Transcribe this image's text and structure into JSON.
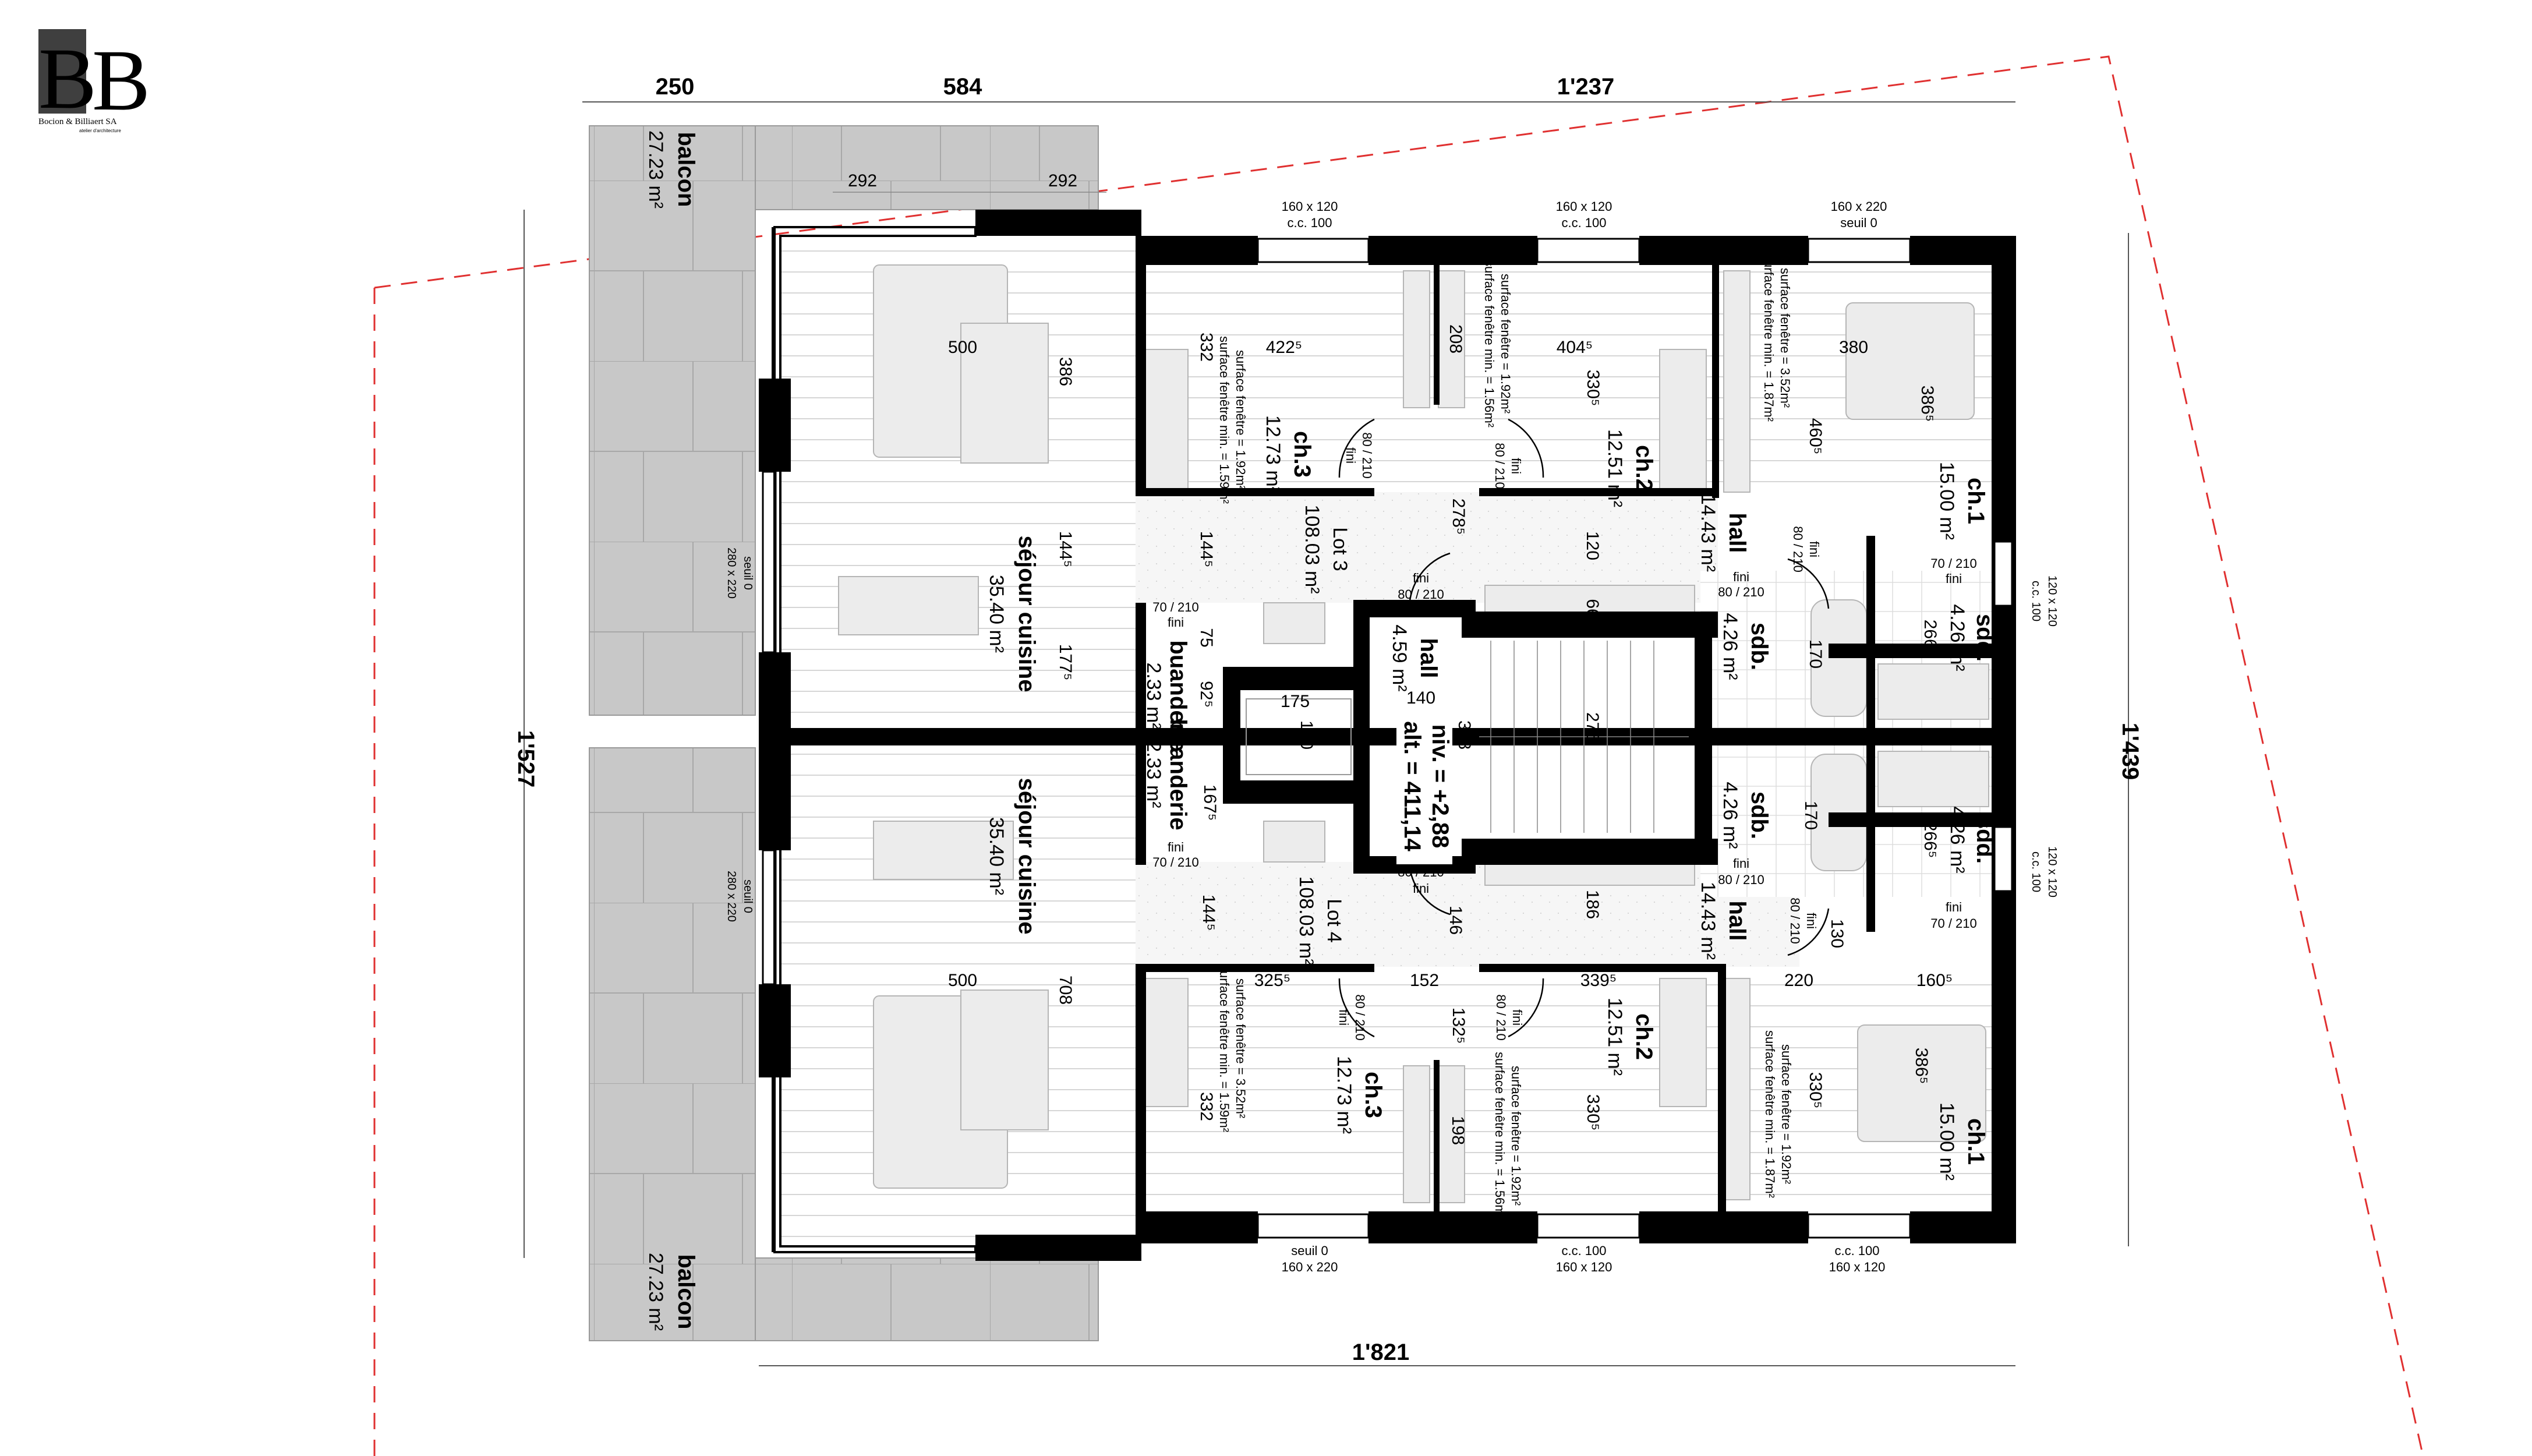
{
  "logo": {
    "company": "Bocion & Billiaert SA",
    "tagline": "atelier d'architecture"
  },
  "overall_dims": {
    "top_balcony": "250",
    "top_living": "584",
    "top_bedrooms": "1'237",
    "left": "1'527",
    "right": "1'439",
    "bottom": "1'821"
  },
  "lot3": {
    "lot_name": "Lot 3",
    "lot_area": "108.03 m²",
    "balcon": {
      "name": "balcon",
      "area": "27.23 m²",
      "dim_a": "292",
      "dim_b": "292"
    },
    "sejour": {
      "name": "séjour cuisine",
      "area": "35.40 m²",
      "dim_w": "500",
      "dim_h": "386",
      "dim_a": "144⁵",
      "dim_b": "177⁵",
      "window_sill": "seuil 0",
      "window_size": "280 x 220"
    },
    "ch3": {
      "name": "ch.3",
      "area": "12.73 m²",
      "dim_h": "332",
      "dim_w": "422⁵",
      "surface": "surface fenêtre = 1.92m²",
      "surface_min": "surface fenêtre min. = 1.59m²",
      "door_size": "80 / 210",
      "door_note": "fini",
      "window_size": "160 x 120",
      "window_sill": "c.c. 100"
    },
    "ch2": {
      "name": "ch.2",
      "area": "12.51 m²",
      "dim_w": "404⁵",
      "dim_h": "330⁵",
      "closet": "208",
      "surface": "surface fenêtre = 1.92m²",
      "surface_min": "surface fenêtre min. = 1.56m²",
      "door_size": "80 / 210",
      "door_note": "fini",
      "window_size": "160 x 120",
      "window_sill": "c.c. 100"
    },
    "ch1": {
      "name": "ch.1",
      "area": "15.00 m²",
      "dim_w": "380",
      "dim_a": "460⁵",
      "dim_b": "386⁵",
      "surface": "surface fenêtre = 3.52m²",
      "surface_min": "surface fenêtre min. = 1.87m²",
      "window_size": "160 x 220",
      "window_sill": "seuil 0"
    },
    "hall": {
      "name": "hall",
      "area": "14.43 m²",
      "dim_a": "278⁵",
      "dim_b": "120",
      "dim_c": "144⁵",
      "closet": "66",
      "door_size": "80 / 210",
      "door_note": "fini",
      "entry_door_size": "80 / 210",
      "entry_door_note": "fini"
    },
    "buanderie": {
      "name": "buanderie",
      "area": "2.33 m²",
      "dim_a": "75",
      "dim_b": "92⁵",
      "door_size": "70 / 210",
      "door_note": "fini"
    },
    "sdb": {
      "name": "sdb.",
      "area": "4.26 m²",
      "dim": "170",
      "door_size": "80 / 210",
      "door_note": "fini"
    },
    "sdd": {
      "name": "sdd.",
      "area": "4.26 m²",
      "dim": "266⁵",
      "door_size": "70 / 210",
      "door_note": "fini",
      "window_size": "120 x 120",
      "window_sill": "c.c. 100"
    }
  },
  "core": {
    "hall_name": "hall",
    "hall_area": "4.59 m²",
    "lift_w": "175",
    "lift_h": "160",
    "hall_w": "140",
    "hall_h": "328",
    "stair": "276",
    "level": "niv. = +2,88",
    "altitude": "alt. = 411,14"
  },
  "lot4": {
    "lot_name": "Lot 4",
    "lot_area": "108.03 m²",
    "balcon": {
      "name": "balcon",
      "area": "27.23 m²"
    },
    "sejour": {
      "name": "séjour cuisine",
      "area": "35.40 m²",
      "dim_w": "500",
      "dim_h": "708",
      "dim_a": "144⁵",
      "window_sill": "seuil 0",
      "window_size": "280 x 220"
    },
    "ch3": {
      "name": "ch.3",
      "area": "12.73 m²",
      "dim_w": "325⁵",
      "dim_h": "332",
      "surface": "surface fenêtre = 3.52m²",
      "surface_min": "surface fenêtre min. = 1.59m²",
      "door_size": "80 / 210",
      "door_note": "fini",
      "window_sill": "seuil 0",
      "window_size": "160 x 220"
    },
    "ch2": {
      "name": "ch.2",
      "area": "12.51 m²",
      "dim_w": "339⁵",
      "dim_h": "330⁵",
      "closet": "198",
      "surface": "surface fenêtre = 1.92m²",
      "surface_min": "surface fenêtre min. = 1.56m²",
      "door_size": "80 / 210",
      "door_note": "fini",
      "window_sill": "c.c. 100",
      "window_size": "160 x 120"
    },
    "ch1": {
      "name": "ch.1",
      "area": "15.00 m²",
      "dim_w": "220",
      "dim_b": "160⁵",
      "dim_h": "330⁵",
      "dim_c": "386⁵",
      "surface": "surface fenêtre = 1.92m²",
      "surface_min": "surface fenêtre min. = 1.87m²",
      "window_sill": "c.c. 100",
      "window_size": "160 x 120"
    },
    "hall": {
      "name": "hall",
      "area": "14.43 m²",
      "dim_a": "146",
      "dim_b": "186",
      "dim_c": "152",
      "dim_d": "132⁵",
      "dim_e": "130",
      "door_size": "80 / 210",
      "door_note": "fini",
      "entry_door_size": "80 / 210",
      "entry_door_note": "fini"
    },
    "buanderie": {
      "name": "buanderie",
      "area": "2.33 m²",
      "dim": "167⁵",
      "door_size": "70 / 210",
      "door_note": "fini"
    },
    "sdb": {
      "name": "sdb.",
      "area": "4.26 m²",
      "dim": "170",
      "door_size": "80 / 210",
      "door_note": "fini"
    },
    "sdd": {
      "name": "sdd.",
      "area": "4.26 m²",
      "dim": "266⁵",
      "door_size": "70 / 210",
      "door_note": "fini",
      "window_size": "120 x 120",
      "window_sill": "c.c. 100"
    }
  },
  "colors": {
    "wall": "#000000",
    "balcony": "#c8c8c8",
    "furniture": "#ececec",
    "property_line": "#e03030"
  }
}
